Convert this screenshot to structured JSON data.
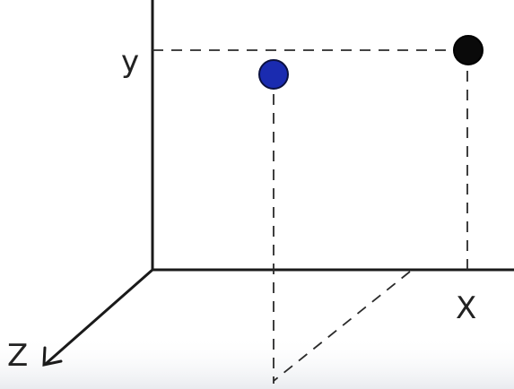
{
  "axes": {
    "y_label": "y",
    "x_label": "X",
    "z_label": "Z"
  },
  "points": [
    {
      "name": "blue-point",
      "color": "#1a2bb0",
      "outline": "#0b1140"
    },
    {
      "name": "black-point",
      "color": "#0a0a0a",
      "outline": "#000000"
    }
  ],
  "colors": {
    "background": "#ffffff",
    "ink": "#1a1a1a"
  }
}
